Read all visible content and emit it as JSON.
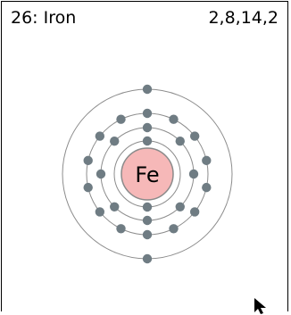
{
  "header": {
    "element_title": "26: Iron",
    "configuration": "2,8,14,2"
  },
  "atom": {
    "symbol": "Fe",
    "shells": [
      2,
      8,
      14,
      2
    ]
  },
  "colors": {
    "nucleus_fill": "#f6b8b8",
    "nucleus_stroke": "#8a8a8a",
    "electron": "#6f7c83",
    "shell": "#8c8c8c"
  },
  "icons": {
    "cursor": "mouse-pointer-icon"
  }
}
